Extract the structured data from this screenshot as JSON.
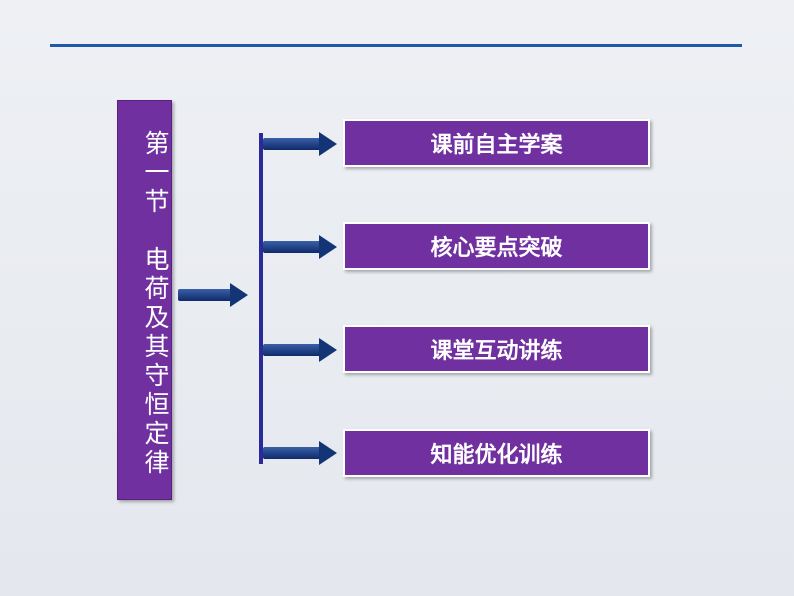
{
  "title": "第一节　电荷及其守恒定律",
  "items": [
    "课前自主学案",
    "核心要点突破",
    "课堂互动讲练",
    "知能优化训练"
  ]
}
